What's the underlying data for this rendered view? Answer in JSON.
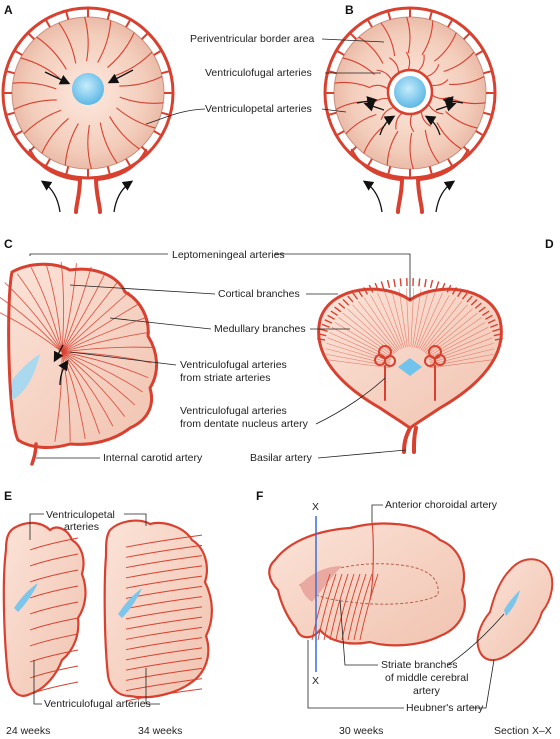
{
  "panels": {
    "a": "A",
    "b": "B",
    "c": "C",
    "d": "D",
    "e": "E",
    "f": "F"
  },
  "labels": {
    "periventricular_border": "Periventricular border area",
    "ventriculofugal_b": "Ventriculofugal arteries",
    "ventriculopetal_ab": "Ventriculopetal arteries",
    "leptomeningeal": "Leptomeningeal arteries",
    "cortical": "Cortical branches",
    "medullary": "Medullary branches",
    "vf_striate_1": "Ventriculofugal arteries",
    "vf_striate_2": "from striate arteries",
    "vf_dentate_1": "Ventriculofugal arteries",
    "vf_dentate_2": "from dentate nucleus artery",
    "internal_carotid": "Internal carotid artery",
    "basilar": "Basilar artery",
    "e_vp_1": "Ventriculopetal",
    "e_vp_2": "arteries",
    "e_vf": "Ventriculofugal arteries",
    "weeks24": "24 weeks",
    "weeks34": "34 weeks",
    "weeks30": "30 weeks",
    "section": "Section X–X",
    "x_top": "X",
    "x_bottom": "X",
    "anterior_choroidal": "Anterior choroidal artery",
    "striate_1": "Striate branches",
    "striate_2": "of middle cerebral",
    "striate_3": "artery",
    "heubner": "Heubner's artery"
  },
  "colors": {
    "artery": "#d8402f",
    "tissue": "#f6d3c4",
    "tissue_dark": "#e9b7a6",
    "ventricle": "#8fd0f0",
    "leader": "#222222"
  }
}
